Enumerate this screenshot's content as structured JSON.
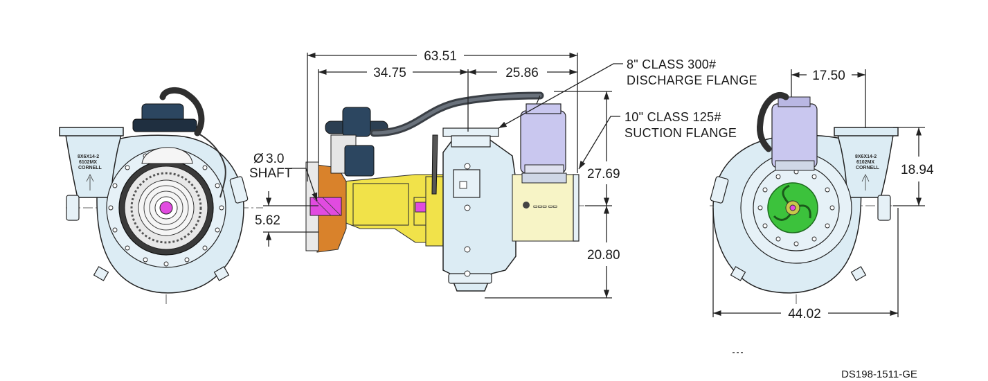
{
  "dimensions": {
    "overall_length": "63.51",
    "length_a": "34.75",
    "length_b": "25.86",
    "shaft_dia_prefix": "Ø",
    "shaft_dia": "3.0",
    "shaft_label": "SHAFT",
    "shaft_offset": "5.62",
    "height_upper": "27.69",
    "height_lower": "20.80",
    "rear_top": "17.50",
    "rear_side": "18.94",
    "rear_width": "44.02"
  },
  "notes": {
    "discharge_line1": "8\" CLASS 300#",
    "discharge_line2": "DISCHARGE FLANGE",
    "suction_line1": "10\" CLASS 125#",
    "suction_line2": "SUCTION FLANGE"
  },
  "casting_text": {
    "line1": "8X6X14-2",
    "line2": "6102MX",
    "line3": "CORNELL"
  },
  "drawing_number": "DS198-1511-GE",
  "colors": {
    "casing": "#dcecf4",
    "reservoir": "#c9c7ef",
    "frame": "#f1e24a",
    "impeller": "#3cc23c",
    "shaft": "#e14be0",
    "gearbox": "#2c4660"
  }
}
